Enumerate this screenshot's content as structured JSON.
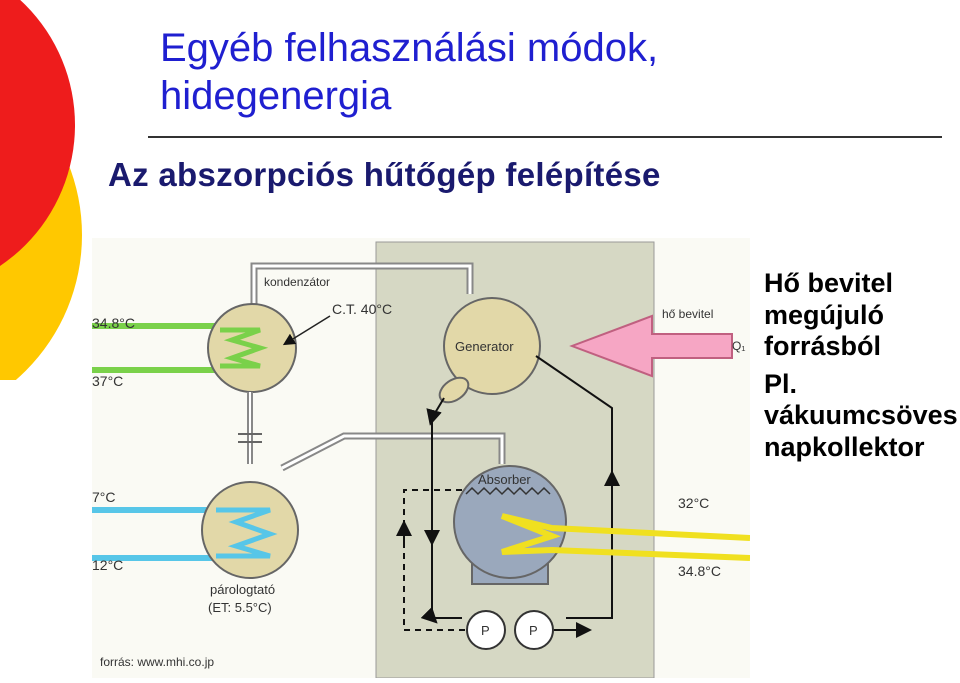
{
  "slide": {
    "title_line1": "Egyéb felhasználási módok,",
    "title_line2": "hidegenergia",
    "diagram_heading": "Az abszorpciós hűtőgép felépítése",
    "side_text": {
      "line1": "Hő bevitel",
      "line2": "megújuló",
      "line3": "forrásból",
      "line4": "Pl.",
      "line5": "vákuumcsöves",
      "line6": "napkollektor"
    }
  },
  "diagram": {
    "labels": {
      "condenser": "kondenzátor",
      "ct": "C.T. 40°C",
      "generator": "Generator",
      "heat_input": "hő bevitel",
      "q": "Q₁",
      "absorber": "Absorber",
      "evaporator": "párologtató",
      "et": "(ET: 5.5°C)",
      "t_cond_in": "34.8°C",
      "t_cond_out": "37°C",
      "t_evap_in": "7°C",
      "t_evap_out": "12°C",
      "t_abs_in": "32°C",
      "t_abs_out": "34.8°C",
      "pump1": "P",
      "pump2": "P",
      "source": "forrás: www.mhi.co.jp"
    },
    "colors": {
      "condenser_water": "#7ad14a",
      "chilled_water": "#57c6e8",
      "cooling_water": "#f0e020",
      "vessel_fill": "#e2d8a8",
      "absorber_fill": "#9aa8bc",
      "heat_arrow": "#f6a6c4",
      "panel": "#d6d8c4"
    }
  }
}
